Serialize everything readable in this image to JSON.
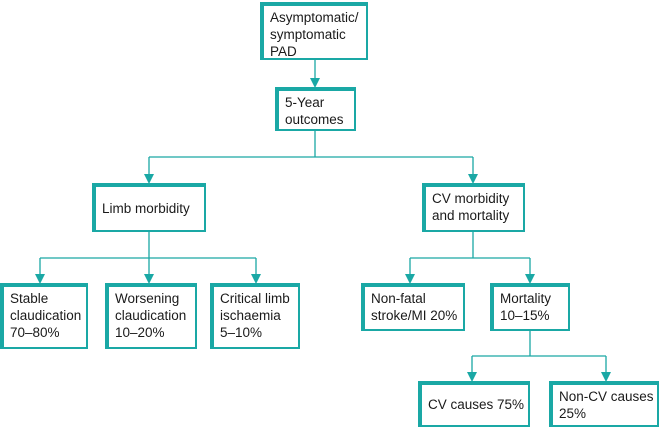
{
  "colors": {
    "accent": "#1aa8a5"
  },
  "nodes": {
    "root": {
      "lines": [
        "Asymptomatic/",
        "symptomatic",
        "PAD"
      ]
    },
    "outcomes": {
      "lines": [
        "5-Year",
        "outcomes"
      ]
    },
    "limb": {
      "lines": [
        "Limb morbidity"
      ]
    },
    "cv": {
      "lines": [
        "CV morbidity",
        "and mortality"
      ]
    },
    "stable": {
      "lines": [
        "Stable",
        "claudication",
        "70–80%"
      ]
    },
    "worsening": {
      "lines": [
        "Worsening",
        "claudication",
        "10–20%"
      ]
    },
    "critical": {
      "lines": [
        "Critical limb",
        "ischaemia",
        "5–10%"
      ]
    },
    "nonfatal": {
      "lines": [
        "Non-fatal",
        "stroke/MI 20%"
      ]
    },
    "mortality": {
      "lines": [
        "Mortality",
        "10–15%"
      ]
    },
    "cvcauses": {
      "lines": [
        "CV causes 75%"
      ]
    },
    "noncv": {
      "lines": [
        "Non-CV causes",
        "25%"
      ]
    }
  }
}
